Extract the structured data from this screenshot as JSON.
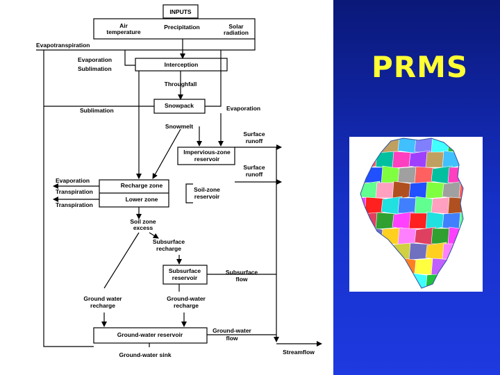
{
  "slide": {
    "title": "PRMS",
    "colors": {
      "title": "#ffff33",
      "background": "#1630c8",
      "diagram_bg": "#ffffff"
    }
  },
  "diagram": {
    "inputs": "INPUTS",
    "air_temperature": [
      "Air",
      "temperature"
    ],
    "precipitation": "Precipitation",
    "solar_radiation": [
      "Solar",
      "radiation"
    ],
    "evapotranspiration": "Evapotranspiration",
    "evaporation_1": "Evaporation",
    "sublimation_1": "Sublimation",
    "interception": "Interception",
    "throughfall": "Throughfall",
    "sublimation_2": "Sublimation",
    "snowpack": "Snowpack",
    "evaporation_2": "Evaporation",
    "snowmelt": "Snowmelt",
    "surface_runoff_1": [
      "Surface",
      "runoff"
    ],
    "impervious_zone_reservoir": [
      "Impervious-zone",
      "reservoir"
    ],
    "surface_runoff_2": [
      "Surface",
      "runoff"
    ],
    "evaporation_3": "Evaporation",
    "transpiration_1": "Transpiration",
    "transpiration_2": "Transpiration",
    "recharge_zone": "Recharge zone",
    "lower_zone": "Lower zone",
    "soil_zone_reservoir": [
      "Soil-zone",
      "reservoir"
    ],
    "soil_zone_excess": [
      "Soil zone",
      "excess"
    ],
    "subsurface_recharge": [
      "Subsurface",
      "recharge"
    ],
    "subsurface_reservoir": [
      "Subsurface",
      "reservoir"
    ],
    "subsurface_flow": [
      "Subsurface",
      "flow"
    ],
    "ground_water_recharge_1": [
      "Ground water",
      "recharge"
    ],
    "ground_water_recharge_2": [
      "Ground-water",
      "recharge"
    ],
    "ground_water_reservoir": "Ground-water reservoir",
    "ground_water_flow": [
      "Ground-water",
      "flow"
    ],
    "ground_water_sink": "Ground-water sink",
    "streamflow": "Streamflow"
  },
  "map": {
    "colors": [
      "#ff3fbf",
      "#ff2020",
      "#20c040",
      "#2050ff",
      "#ffd020",
      "#a040ff",
      "#20e0e0",
      "#ff8020",
      "#80ff40",
      "#ff80ff",
      "#c0a060",
      "#4080ff",
      "#ffff40",
      "#a0a0a0",
      "#e04060",
      "#40c0ff",
      "#60ff90",
      "#c060ff",
      "#ff6060",
      "#30a030",
      "#8080ff",
      "#ffa0c0",
      "#d0d040",
      "#00c0a0",
      "#ff40ff",
      "#40ffff",
      "#b05020",
      "#7070c0"
    ]
  }
}
